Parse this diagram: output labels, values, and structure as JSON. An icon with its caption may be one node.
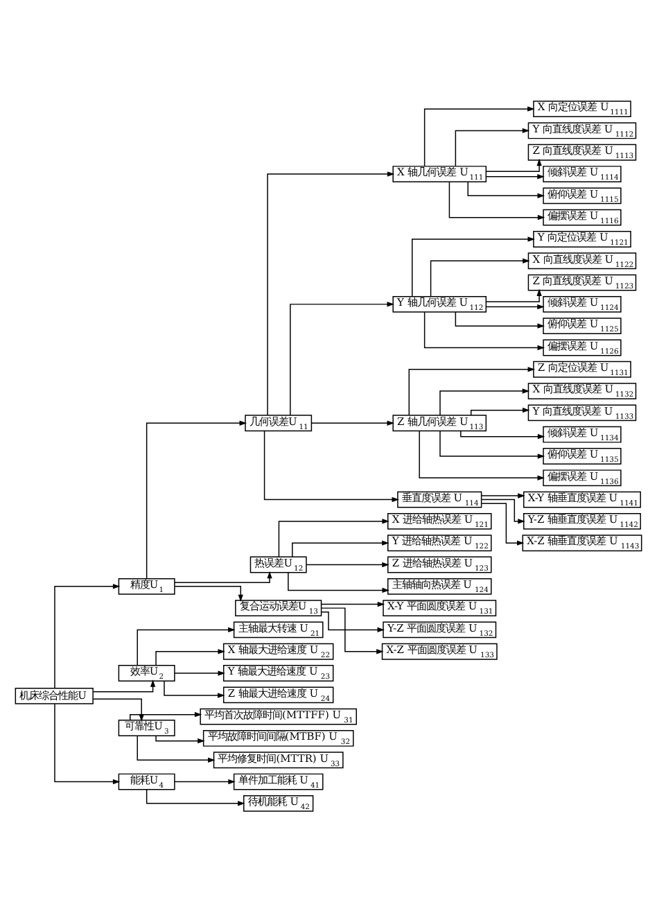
{
  "diagram": {
    "nodes": [
      {
        "text": [
          "机床综合性能U"
        ]
      },
      {
        "text": [
          "精度U$_{1}$"
        ]
      },
      {
        "text": [
          "几何误差U$_{11}$"
        ]
      },
      {
        "text": [
          "X 轴几何误差 U$_{111}$"
        ]
      },
      {
        "text": [
          "X 向定位误差 U$_{1111}$"
        ]
      },
      {
        "text": [
          "Y 向直线度误差 U$_{1112}$"
        ]
      },
      {
        "text": [
          "Z 向直线度误差 U$_{1113}$"
        ]
      },
      {
        "text": [
          "倾斜误差 U$_{1114}$"
        ]
      },
      {
        "text": [
          "俯仰误差 U$_{1115}$"
        ]
      },
      {
        "text": [
          "偏摆误差 U$_{1116}$"
        ]
      },
      {
        "text": [
          "Y 轴几何误差 U$_{112}$"
        ]
      },
      {
        "text": [
          "Y 向定位误差 U$_{1121}$"
        ]
      },
      {
        "text": [
          "X 向直线度误差 U$_{1122}$"
        ]
      },
      {
        "text": [
          "Z 向直线度误差 U$_{1123}$"
        ]
      },
      {
        "text": [
          "倾斜误差 U$_{1124}$"
        ]
      },
      {
        "text": [
          "俯仰误差 U$_{1125}$"
        ]
      },
      {
        "text": [
          "偏摆误差 U$_{1126}$"
        ]
      },
      {
        "text": [
          "Z 轴几何误差 U$_{113}$"
        ]
      },
      {
        "text": [
          "Z 向定位误差 U$_{1131}$"
        ]
      },
      {
        "text": [
          "X 向直线度误差 U$_{1132}$"
        ]
      },
      {
        "text": [
          "Y 向直线度误差 U$_{1133}$"
        ]
      },
      {
        "text": [
          "倾斜误差 U$_{1134}$"
        ]
      },
      {
        "text": [
          "俯仰误差 U$_{1135}$"
        ]
      },
      {
        "text": [
          "偏摆误差 U$_{1136}$"
        ]
      },
      {
        "text": [
          "垂直度误差 U$_{114}$"
        ]
      },
      {
        "text": [
          "X-Y 轴垂直度误差 U$_{1141}$"
        ]
      },
      {
        "text": [
          "Y-Z 轴垂直度误差 U$_{1142}$"
        ]
      },
      {
        "text": [
          "X-Z 轴垂直度误差 U$_{1143}$"
        ]
      },
      {
        "text": [
          "热误差U$_{12}$"
        ]
      },
      {
        "text": [
          "X 进给轴热误差 U$_{121}$"
        ]
      },
      {
        "text": [
          "Y 进给轴热误差 U$_{122}$"
        ]
      },
      {
        "text": [
          "Z 进给轴热误差 U$_{123}$"
        ]
      },
      {
        "text": [
          "主轴轴向热误差 U$_{124}$"
        ]
      },
      {
        "text": [
          "复合运动误差U$_{13}$"
        ]
      },
      {
        "text": [
          "X-Y 平面圆度误差 U$_{131}$"
        ]
      },
      {
        "text": [
          "Y-Z 平面圆度误差 U$_{132}$"
        ]
      },
      {
        "text": [
          "X-Z 平面圆度误差 U$_{133}$"
        ]
      },
      {
        "text": [
          "效率U$_{2}$"
        ]
      },
      {
        "text": [
          "主轴最大转速 U$_{21}$"
        ]
      },
      {
        "text": [
          "X 轴最大进给速度 U$_{22}$"
        ]
      },
      {
        "text": [
          "Y 轴最大进给速度 U$_{23}$"
        ]
      },
      {
        "text": [
          "Z 轴最大进给速度 U$_{24}$"
        ]
      },
      {
        "text": [
          "可靠性U$_{3}$"
        ]
      },
      {
        "text": [
          "平均首次故障时间(MTTFF) U$_{31}$"
        ]
      },
      {
        "text": [
          "平均故障时间间隔(MTBF) U$_{32}$"
        ]
      },
      {
        "text": [
          "平均修复时间(MTTR) U$_{33}$"
        ]
      },
      {
        "text": [
          "能耗U$_{4}$"
        ]
      },
      {
        "text": [
          "单件加工能耗 U$_{41}$"
        ]
      },
      {
        "text": [
          "待机能耗 U$_{42}$"
        ]
      }
    ],
    "edges": [
      {
        "from": 0,
        "to": 1,
        "arrow": "to"
      },
      {
        "from": 0,
        "to": 37,
        "arrow": "to"
      },
      {
        "from": 0,
        "to": 42,
        "arrow": "to"
      },
      {
        "from": 0,
        "to": 46,
        "arrow": "to"
      },
      {
        "from": 1,
        "to": 2,
        "arrow": "to"
      },
      {
        "from": 1,
        "to": 28,
        "arrow": "to"
      },
      {
        "from": 1,
        "to": 33,
        "arrow": "to"
      },
      {
        "from": 2,
        "to": 3,
        "arrow": "to"
      },
      {
        "from": 2,
        "to": 10,
        "arrow": "to"
      },
      {
        "from": 2,
        "to": 17,
        "arrow": "to"
      },
      {
        "from": 2,
        "to": 24,
        "arrow": "to"
      },
      {
        "from": 3,
        "to": 4,
        "arrow": "to"
      },
      {
        "from": 3,
        "to": 5,
        "arrow": "to"
      },
      {
        "from": 3,
        "to": 6,
        "arrow": "to"
      },
      {
        "from": 3,
        "to": 7,
        "arrow": "to"
      },
      {
        "from": 3,
        "to": 8,
        "arrow": "to"
      },
      {
        "from": 3,
        "to": 9,
        "arrow": "to"
      },
      {
        "from": 10,
        "to": 11,
        "arrow": "to"
      },
      {
        "from": 10,
        "to": 12,
        "arrow": "to"
      },
      {
        "from": 10,
        "to": 13,
        "arrow": "to"
      },
      {
        "from": 10,
        "to": 14,
        "arrow": "to"
      },
      {
        "from": 10,
        "to": 15,
        "arrow": "to"
      },
      {
        "from": 10,
        "to": 16,
        "arrow": "to"
      },
      {
        "from": 17,
        "to": 18,
        "arrow": "to"
      },
      {
        "from": 17,
        "to": 19,
        "arrow": "to"
      },
      {
        "from": 17,
        "to": 20,
        "arrow": "to"
      },
      {
        "from": 17,
        "to": 21,
        "arrow": "to"
      },
      {
        "from": 17,
        "to": 22,
        "arrow": "to"
      },
      {
        "from": 17,
        "to": 23,
        "arrow": "to"
      },
      {
        "from": 24,
        "to": 25,
        "arrow": "to"
      },
      {
        "from": 24,
        "to": 26,
        "arrow": "to"
      },
      {
        "from": 24,
        "to": 27,
        "arrow": "to"
      },
      {
        "from": 28,
        "to": 29,
        "arrow": "to"
      },
      {
        "from": 28,
        "to": 30,
        "arrow": "to"
      },
      {
        "from": 28,
        "to": 31,
        "arrow": "to"
      },
      {
        "from": 28,
        "to": 32,
        "arrow": "to"
      },
      {
        "from": 33,
        "to": 34,
        "arrow": "to"
      },
      {
        "from": 33,
        "to": 35,
        "arrow": "to"
      },
      {
        "from": 33,
        "to": 36,
        "arrow": "to"
      },
      {
        "from": 37,
        "to": 38,
        "arrow": "to"
      },
      {
        "from": 37,
        "to": 39,
        "arrow": "to"
      },
      {
        "from": 37,
        "to": 40,
        "arrow": "to"
      },
      {
        "from": 37,
        "to": 41,
        "arrow": "to"
      },
      {
        "from": 42,
        "to": 43,
        "arrow": "to"
      },
      {
        "from": 42,
        "to": 44,
        "arrow": "to"
      },
      {
        "from": 42,
        "to": 45,
        "arrow": "to"
      },
      {
        "from": 46,
        "to": 47,
        "arrow": "to"
      },
      {
        "from": 46,
        "to": 48,
        "arrow": "to"
      }
    ]
  }
}
